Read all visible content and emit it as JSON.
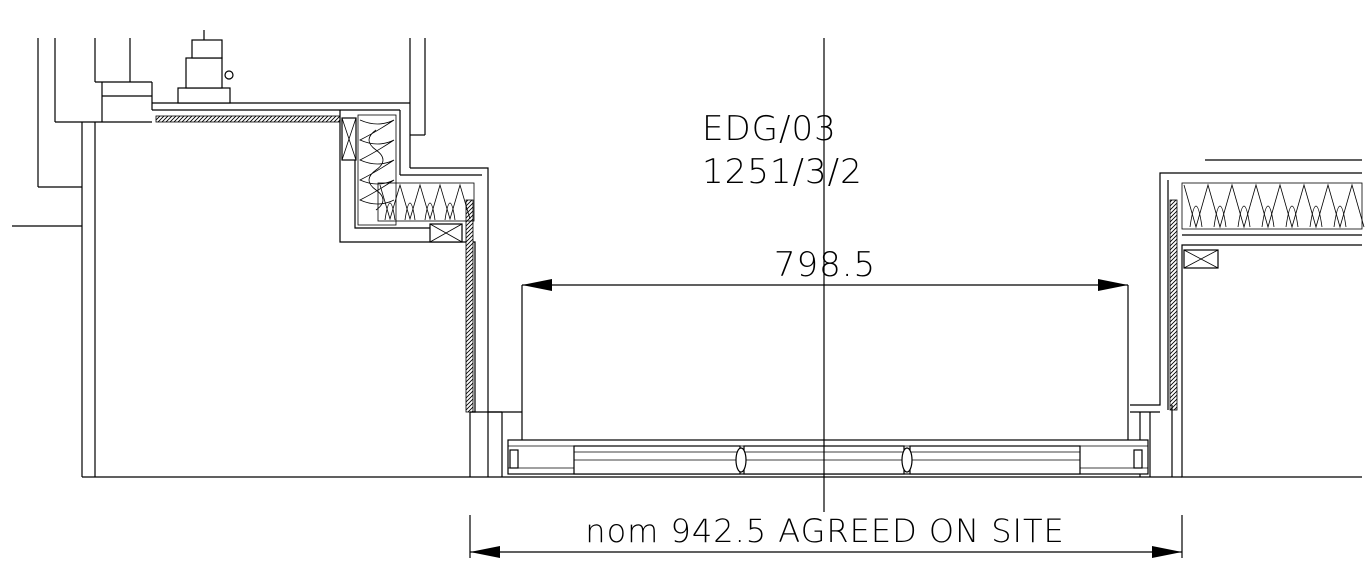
{
  "drawing": {
    "ref_code": "EDG/03",
    "ref_number": "1251/3/2",
    "inner_dimension": "798.5",
    "overall_dimension": "nom 942.5 AGREED ON SITE"
  }
}
